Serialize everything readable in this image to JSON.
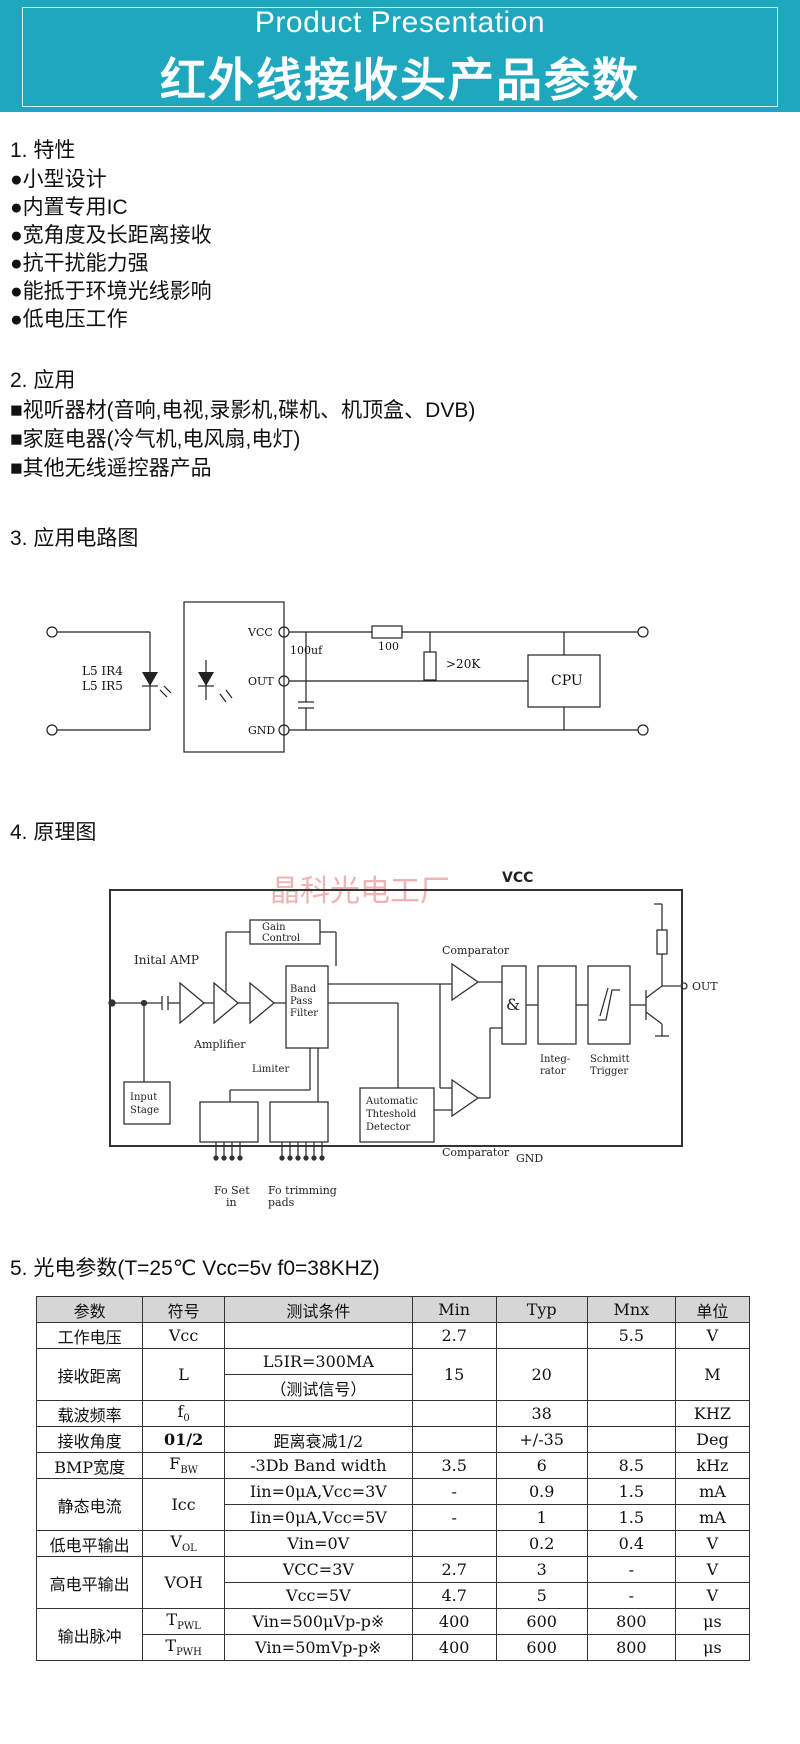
{
  "header": {
    "title_en": "Product Presentation",
    "title_cn": "红外线接收头产品参数"
  },
  "sections": {
    "features": {
      "heading": "1. 特性",
      "items": [
        "●小型设计",
        "●内置专用IC",
        "●宽角度及长距离接收",
        "●抗干扰能力强",
        "●能抵于环境光线影响",
        "●低电压工作"
      ]
    },
    "applications": {
      "heading": "2. 应用",
      "items": [
        "■视听器材(音响,电视,录影机,碟机、机顶盒、DVB)",
        "■家庭电器(冷气机,电风扇,电灯)",
        "■其他无线遥控器产品"
      ]
    },
    "circuit": {
      "heading": "3. 应用电路图",
      "labels": {
        "led1": "L5  IR4",
        "led2": "L5  IR5",
        "vcc": "VCC",
        "out": "OUT",
        "gnd": "GND",
        "cap": "100uf",
        "res": "100",
        "pullup": ">20K",
        "cpu": "CPU"
      }
    },
    "principle": {
      "heading": "4. 原理图",
      "watermark": "晶科光电工厂",
      "labels": {
        "vcc": "VCC",
        "gnd": "GND",
        "out": "OUT",
        "inital_amp": "Inital AMP",
        "amplifier": "Amplifier",
        "gain1": "Gain",
        "gain2": "Control",
        "band1": "Band",
        "band2": "Pass",
        "band3": "Filter",
        "limiter": "Limiter",
        "input1": "Input",
        "input2": "Stage",
        "comparator_top": "Comparator",
        "comparator_bottom": "Comparator",
        "atd1": "Automatic",
        "atd2": "Thteshold",
        "atd3": "Detector",
        "and": "&",
        "integ1": "Integ-",
        "integ2": "rator",
        "schmitt1": "Schmitt",
        "schmitt2": "Trigger",
        "foset1": "Fo Set",
        "foset2": "in",
        "fotrim1": "Fo trimming",
        "fotrim2": "pads"
      }
    },
    "params": {
      "heading": "5. 光电参数(T=25℃  Vcc=5v  f0=38KHZ)",
      "headers": [
        "参数",
        "符号",
        "测试条件",
        "Min",
        "Typ",
        "Mnx",
        "单位"
      ],
      "rows": {
        "r1": [
          "工作电压",
          "Vcc",
          "",
          "2.7",
          "",
          "5.5",
          "V"
        ],
        "r2a": [
          "接收距离",
          "L",
          "L5IR=300MA",
          "15",
          "20",
          "",
          "M"
        ],
        "r2b": [
          "（测试信号）"
        ],
        "r3": [
          "载波频率",
          "f",
          "0",
          "",
          "",
          "38",
          "",
          "KHZ"
        ],
        "r4": [
          "接收角度",
          "01/2",
          "距离衰减1/2",
          "",
          "+/-35",
          "",
          "Deg"
        ],
        "r5": [
          "BMP宽度",
          "F",
          "BW",
          "-3Db Band width",
          "3.5",
          "6",
          "8.5",
          "kHz"
        ],
        "r6a": [
          "静态电流",
          "Icc",
          "Iin=0μA,Vcc=3V",
          "-",
          "0.9",
          "1.5",
          "mA"
        ],
        "r6b": [
          "Iin=0μA,Vcc=5V",
          "-",
          "1",
          "1.5",
          "mA"
        ],
        "r7": [
          "低电平输出",
          "V",
          "OL",
          "Vin=0V",
          "",
          "0.2",
          "0.4",
          "V"
        ],
        "r8a": [
          "高电平输出",
          "VOH",
          "VCC=3V",
          "2.7",
          "3",
          "-",
          "V"
        ],
        "r8b": [
          "Vcc=5V",
          "4.7",
          "5",
          "-",
          "V"
        ],
        "r9a": [
          "输出脉冲",
          "T",
          "PWL",
          "Vin=500μVp-p※",
          "400",
          "600",
          "800",
          "μs"
        ],
        "r9b": [
          "T",
          "PWH",
          "Vin=50mVp-p※",
          "400",
          "600",
          "800",
          "μs"
        ]
      }
    }
  }
}
